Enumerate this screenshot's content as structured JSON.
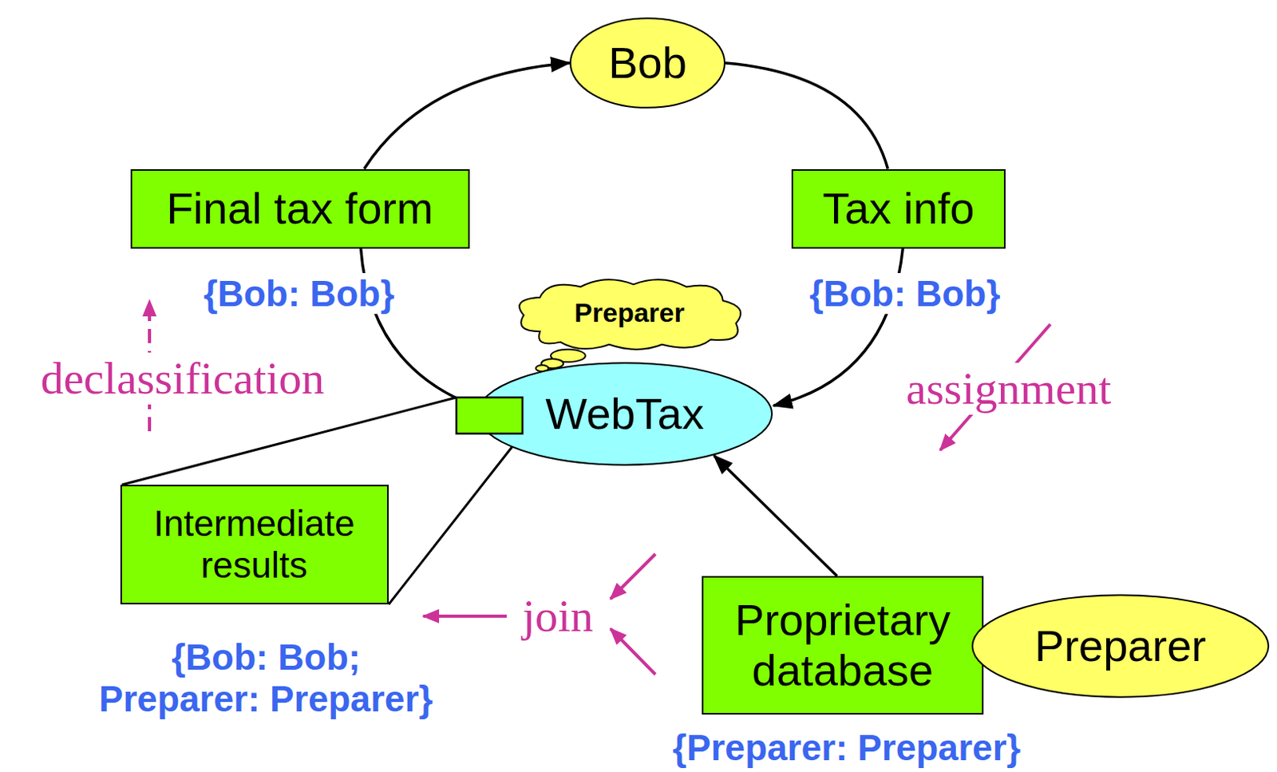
{
  "diagram": {
    "nodes": [
      {
        "text": [
          "Bob"
        ]
      },
      {
        "text": [
          "Final tax form"
        ]
      },
      {
        "text": [
          "Tax info"
        ]
      },
      {
        "text": [
          "Preparer"
        ]
      },
      {
        "text": [
          "WebTax"
        ]
      },
      {
        "text": [
          "Intermediate results"
        ]
      },
      {
        "text": [
          "Proprietary database"
        ]
      },
      {
        "text": [
          "Preparer"
        ]
      }
    ],
    "edges": [
      {
        "from": 4,
        "to": 1,
        "arrow": "none"
      },
      {
        "from": 1,
        "to": 0,
        "arrow": "to"
      },
      {
        "from": 0,
        "to": 2,
        "arrow": "none"
      },
      {
        "from": 2,
        "to": 4,
        "arrow": "to"
      },
      {
        "from": 6,
        "to": 4,
        "arrow": "to"
      }
    ],
    "labels": [
      "{Bob: Bob}",
      "{Bob: Bob}",
      "{Bob: Bob; Preparer: Preparer}",
      "{Preparer: Preparer}",
      "declassification",
      "assignment",
      "join"
    ]
  }
}
